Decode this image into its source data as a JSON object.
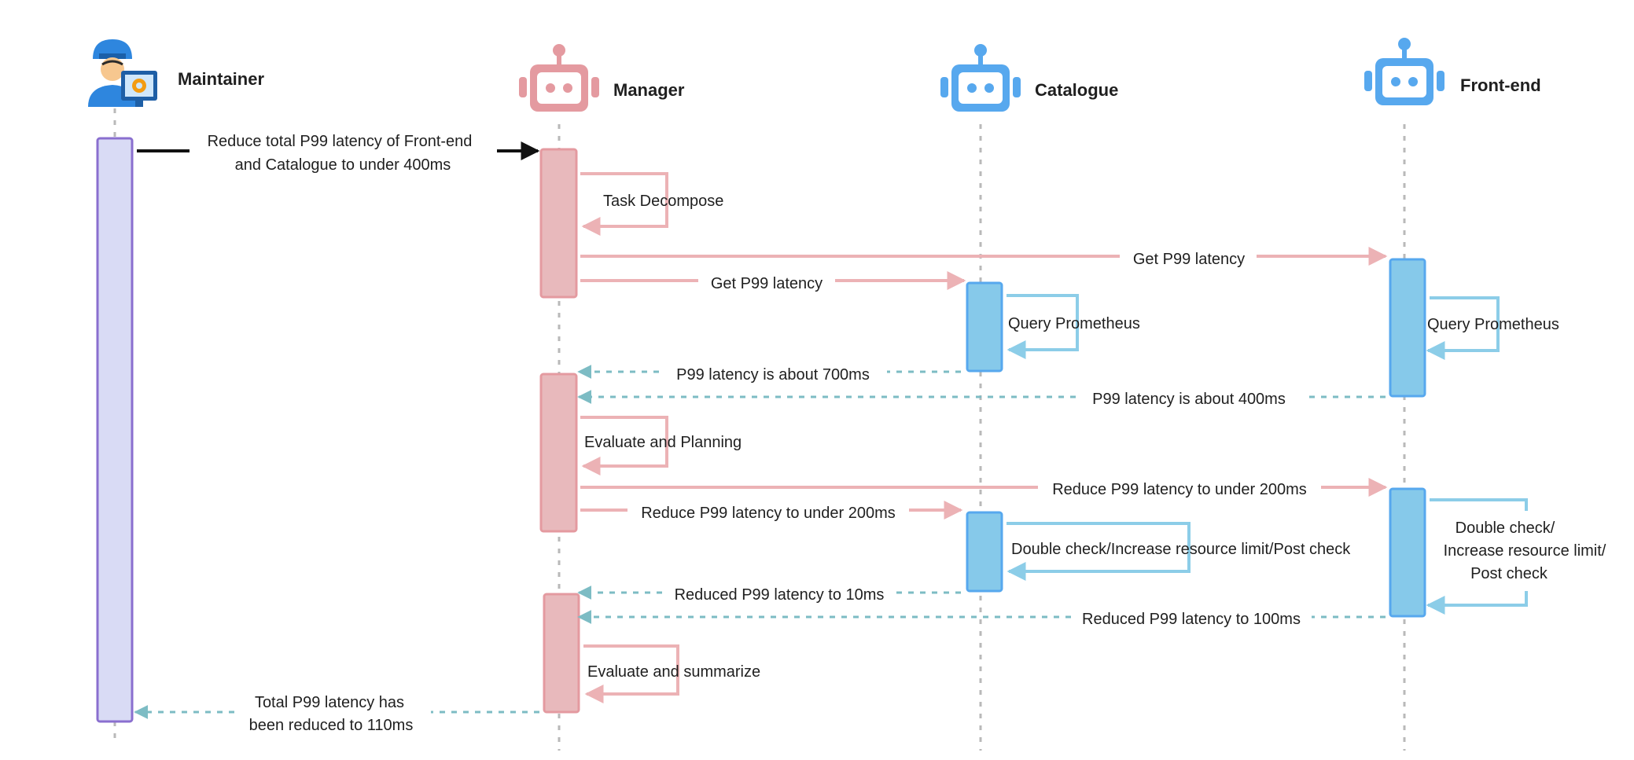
{
  "colors": {
    "maintainer_bar": "#d9dbf5",
    "maintainer_border": "#8a6fcf",
    "manager_bar": "#e8b9bc",
    "manager_border": "#e49aa0",
    "manager_arrow": "#ecb2b5",
    "agent_bar": "#86c9ea",
    "agent_border": "#57a8ee",
    "agent_arrow": "#8ccde8",
    "reply_arrow": "#7dbcc4",
    "request_arrow": "#111111",
    "lifeline": "#b9b9b9",
    "robot_manager": "#e49aa0",
    "robot_agent": "#57a8ee"
  },
  "actors": {
    "maintainer": {
      "name": "Maintainer",
      "icon": "maintainer-person-icon"
    },
    "manager": {
      "name": "Manager",
      "icon": "robot-icon"
    },
    "catalogue": {
      "name": "Catalogue",
      "icon": "robot-icon"
    },
    "frontend": {
      "name": "Front-end",
      "icon": "robot-icon"
    }
  },
  "messages": {
    "goal": [
      "Reduce total  P99 latency of Front-end",
      "and Catalogue to under 400ms"
    ],
    "task_decompose": "Task Decompose",
    "get_p99_frontend": "Get P99 latency",
    "get_p99_catalogue": "Get P99 latency",
    "query_prom_catalogue": "Query Prometheus",
    "query_prom_frontend": "Query Prometheus",
    "catalogue_reply_1": "P99 latency is about 700ms",
    "frontend_reply_1": "P99 latency is about 400ms",
    "evaluate_planning": "Evaluate and Planning",
    "reduce_frontend": "Reduce P99 latency to under 200ms",
    "reduce_catalogue": "Reduce P99 latency to under 200ms",
    "catalogue_actions": "Double check/Increase resource limit/Post check",
    "frontend_actions": [
      "Double check/",
      "Increase resource limit/",
      "Post check"
    ],
    "catalogue_reply_2": "Reduced P99 latency to 10ms",
    "frontend_reply_2": "Reduced P99 latency to 100ms",
    "evaluate_summarize": "Evaluate and summarize",
    "final_reply": [
      "Total P99 latency has",
      "been  reduced to 110ms"
    ]
  }
}
